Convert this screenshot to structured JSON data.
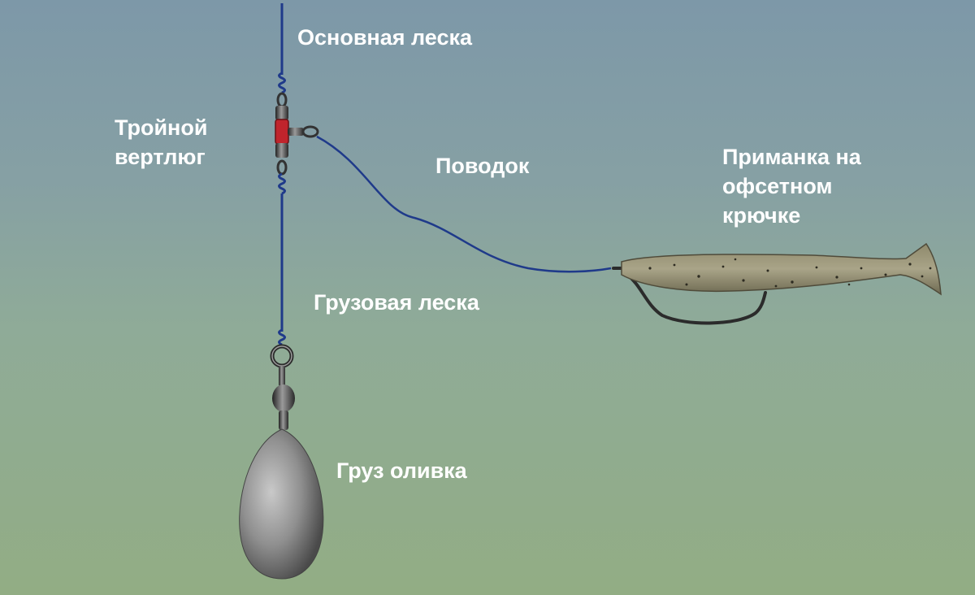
{
  "labels": {
    "main_line": "Основная леска",
    "triple_swivel": "Тройной\nвертлюг",
    "leader": "Поводок",
    "bait": "Приманка на\nофсетном\nкрючке",
    "weight_line": "Грузовая леска",
    "sinker": "Груз оливка"
  },
  "colors": {
    "line": "#1f3a8a",
    "bead": "#c0242c",
    "lead": "#8a8a8a",
    "text": "#ffffff"
  }
}
